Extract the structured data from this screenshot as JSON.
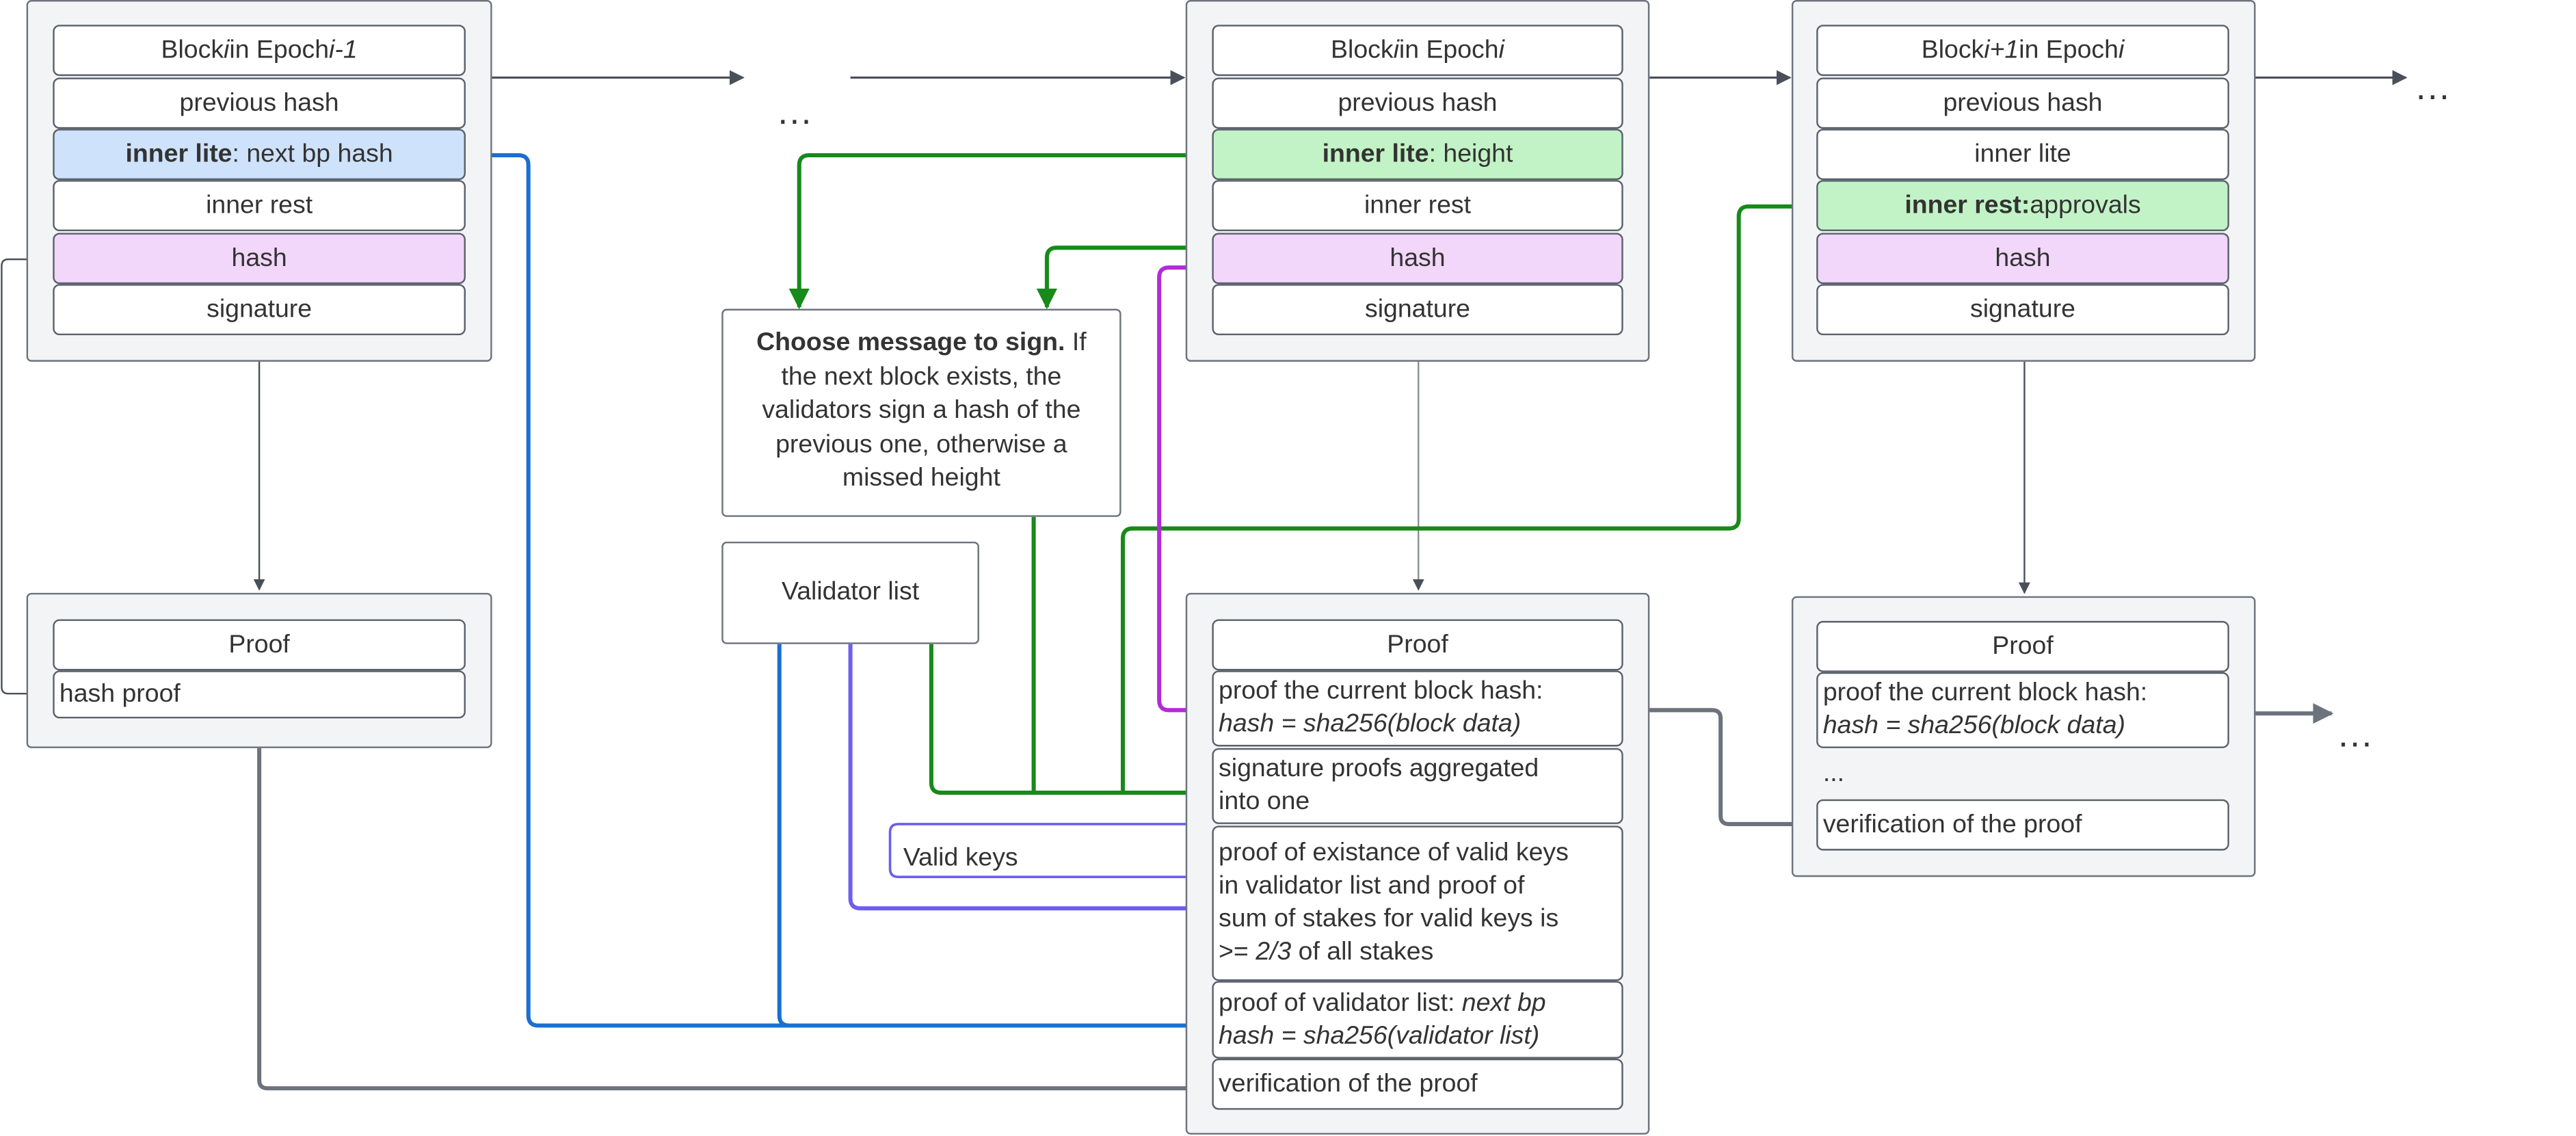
{
  "block_prev": {
    "title": {
      "pre": "Block ",
      "i": "i",
      "mid": " in Epoch ",
      "i2": "i-1"
    },
    "previous_hash": "previous hash",
    "inner_lite_bold": "inner lite",
    "inner_lite_rest": ": next bp hash",
    "inner_rest": "inner rest",
    "hash": "hash",
    "signature": "signature"
  },
  "proof_prev": {
    "title": "Proof",
    "hash_proof": "hash proof"
  },
  "ellipsis": "...",
  "block_cur": {
    "title": {
      "pre": "Block ",
      "i": "i",
      "mid": " in Epoch ",
      "i2": "i"
    },
    "previous_hash": "previous hash",
    "inner_lite_bold": "inner lite",
    "inner_lite_rest": ": height",
    "inner_rest": "inner rest",
    "hash": "hash",
    "signature": "signature"
  },
  "block_next": {
    "title": {
      "pre": "Block ",
      "i": "i+1",
      "mid": " in Epoch ",
      "i2": "i"
    },
    "previous_hash": "previous hash",
    "inner_lite": "inner lite",
    "inner_rest_bold": "inner rest:",
    "inner_rest_rest": " approvals",
    "hash": "hash",
    "signature": "signature"
  },
  "choose_message": {
    "bold": "Choose message to sign.",
    "lines": [
      " If",
      "the next block exists, the",
      "validators sign a hash of the",
      "previous one, otherwise a",
      "missed height"
    ]
  },
  "validator_list": "Validator list",
  "valid_keys": "Valid keys",
  "proof_cur": {
    "title": "Proof",
    "hash_line1": "proof the current block hash:",
    "hash_line2": "hash = sha256(block data)",
    "sig_line1": "signature proofs aggregated",
    "sig_line2": "into one",
    "valid_line1": "proof of existance of valid keys",
    "valid_line2": "in validator list and proof of",
    "valid_line3": "sum of stakes for valid keys is",
    "valid_line4a": ">= ",
    "valid_line4b": "2/3",
    "valid_line4c": " of all stakes",
    "vl_line1a": "proof of validator list: ",
    "vl_line1b": "next bp",
    "vl_line2": "hash = sha256(validator list)",
    "verification": "verification of the proof"
  },
  "proof_next": {
    "title": "Proof",
    "hash_line1": "proof the current block hash:",
    "hash_line2": "hash = sha256(block data)",
    "ellipsis": "...",
    "verification": "verification of the proof"
  },
  "colors": {
    "gray": "#6c737d",
    "blue": "#1a6fd1",
    "green": "#178a1a",
    "purple": "#6e5ef0",
    "magenta": "#b42ad8"
  }
}
